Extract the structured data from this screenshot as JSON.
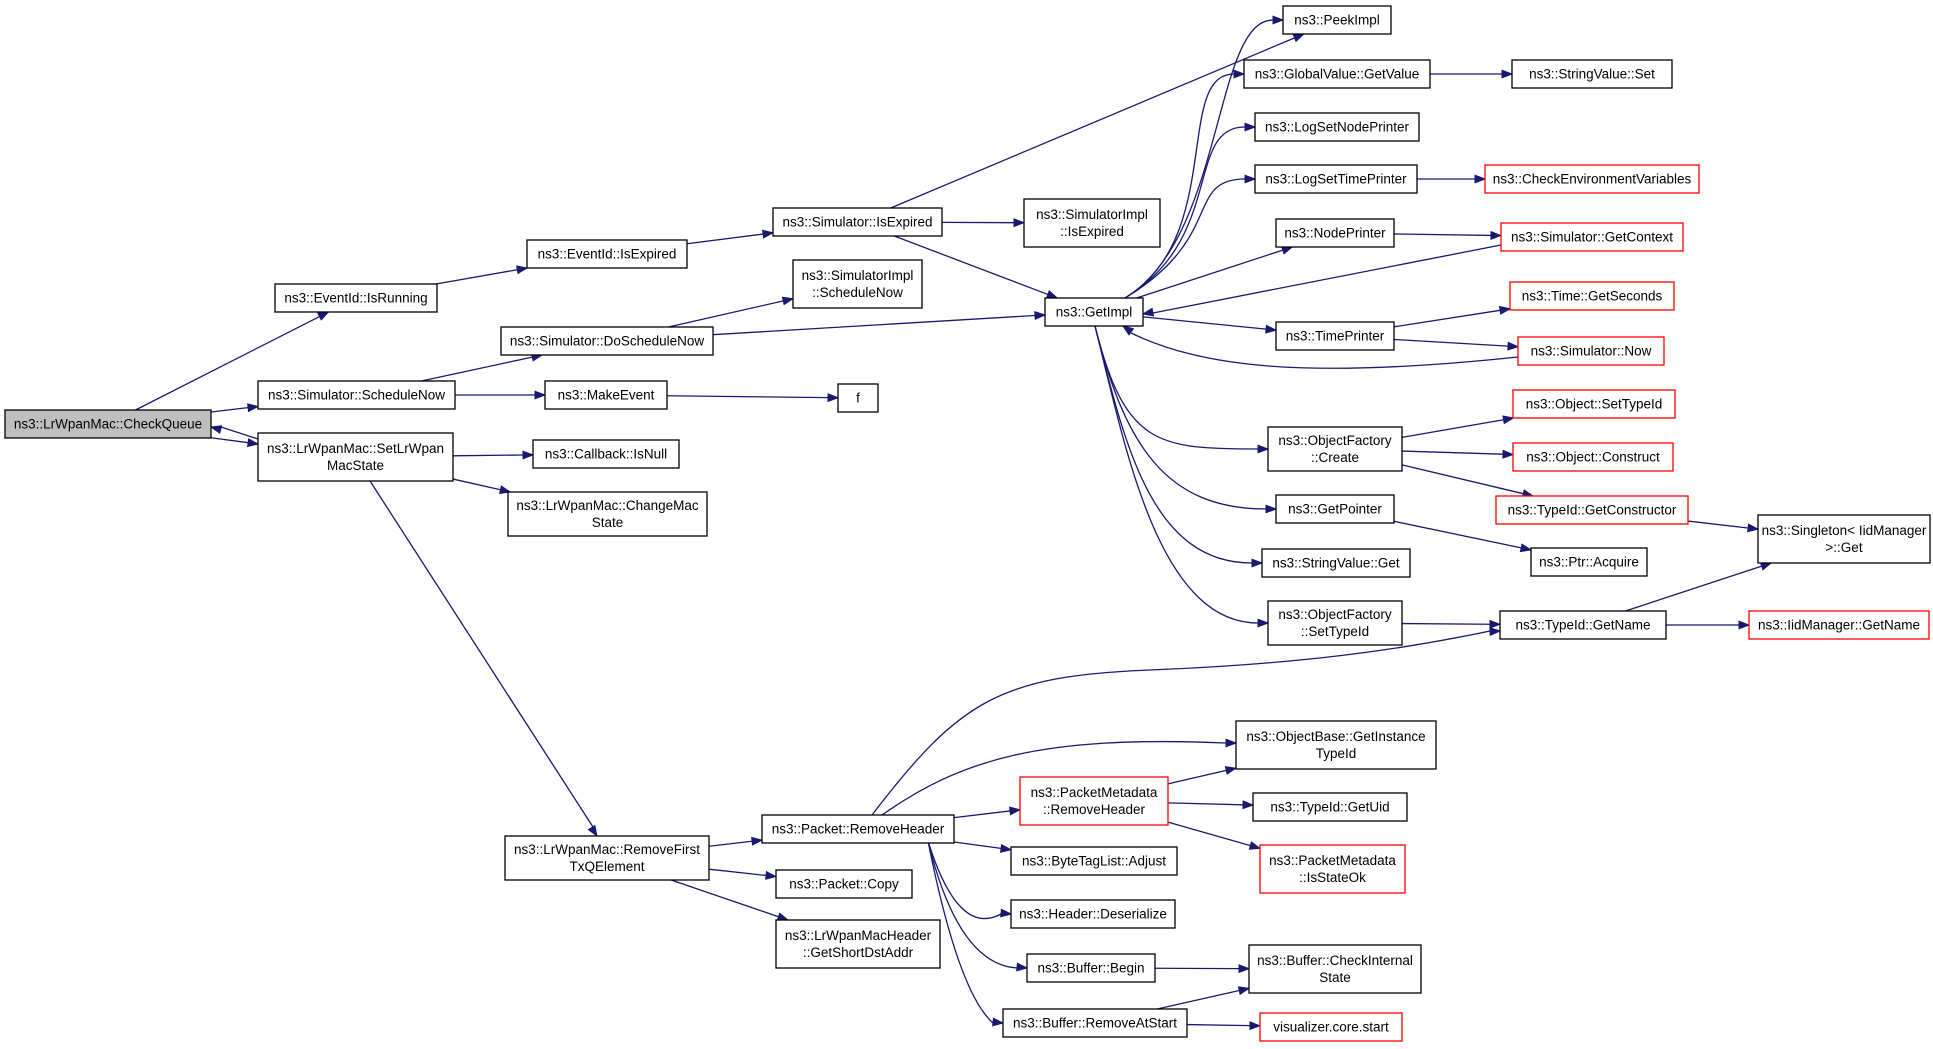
{
  "diagram": {
    "colors": {
      "edge": "#191970",
      "box_border": "#000000",
      "external_border": "#ff0000",
      "root_fill": "#bfbfbf",
      "box_fill": "#ffffff"
    },
    "nodes": [
      {
        "id": "CheckQueue",
        "lines": [
          "ns3::LrWpanMac::CheckQueue"
        ],
        "kind": "root"
      },
      {
        "id": "EventIdIsRunning",
        "lines": [
          "ns3::EventId::IsRunning"
        ],
        "kind": "normal"
      },
      {
        "id": "ScheduleNow",
        "lines": [
          "ns3::Simulator::ScheduleNow"
        ],
        "kind": "normal"
      },
      {
        "id": "SetLrWpanMacState",
        "lines": [
          "ns3::LrWpanMac::SetLrWpan",
          "MacState"
        ],
        "kind": "normal"
      },
      {
        "id": "EventIdIsExpired",
        "lines": [
          "ns3::EventId::IsExpired"
        ],
        "kind": "normal"
      },
      {
        "id": "DoScheduleNow",
        "lines": [
          "ns3::Simulator::DoScheduleNow"
        ],
        "kind": "normal"
      },
      {
        "id": "MakeEvent",
        "lines": [
          "ns3::MakeEvent"
        ],
        "kind": "normal"
      },
      {
        "id": "CallbackIsNull",
        "lines": [
          "ns3::Callback::IsNull"
        ],
        "kind": "normal"
      },
      {
        "id": "ChangeMacState",
        "lines": [
          "ns3::LrWpanMac::ChangeMac",
          "State"
        ],
        "kind": "normal"
      },
      {
        "id": "RemoveFirstTxQElement",
        "lines": [
          "ns3::LrWpanMac::RemoveFirst",
          "TxQElement"
        ],
        "kind": "normal"
      },
      {
        "id": "SimIsExpired",
        "lines": [
          "ns3::Simulator::IsExpired"
        ],
        "kind": "normal"
      },
      {
        "id": "SimImplScheduleNow",
        "lines": [
          "ns3::SimulatorImpl",
          "::ScheduleNow"
        ],
        "kind": "normal"
      },
      {
        "id": "f",
        "lines": [
          "f"
        ],
        "kind": "normal"
      },
      {
        "id": "SimImplIsExpired",
        "lines": [
          "ns3::SimulatorImpl",
          "::IsExpired"
        ],
        "kind": "normal"
      },
      {
        "id": "GetImpl",
        "lines": [
          "ns3::GetImpl"
        ],
        "kind": "normal"
      },
      {
        "id": "PeekImpl",
        "lines": [
          "ns3::PeekImpl"
        ],
        "kind": "normal"
      },
      {
        "id": "GlobalValueGetValue",
        "lines": [
          "ns3::GlobalValue::GetValue"
        ],
        "kind": "normal"
      },
      {
        "id": "StringValueSet",
        "lines": [
          "ns3::StringValue::Set"
        ],
        "kind": "normal"
      },
      {
        "id": "LogSetNodePrinter",
        "lines": [
          "ns3::LogSetNodePrinter"
        ],
        "kind": "normal"
      },
      {
        "id": "LogSetTimePrinter",
        "lines": [
          "ns3::LogSetTimePrinter"
        ],
        "kind": "normal"
      },
      {
        "id": "CheckEnvVars",
        "lines": [
          "ns3::CheckEnvironmentVariables"
        ],
        "kind": "external"
      },
      {
        "id": "NodePrinter",
        "lines": [
          "ns3::NodePrinter"
        ],
        "kind": "normal"
      },
      {
        "id": "SimGetContext",
        "lines": [
          "ns3::Simulator::GetContext"
        ],
        "kind": "external"
      },
      {
        "id": "TimeGetSeconds",
        "lines": [
          "ns3::Time::GetSeconds"
        ],
        "kind": "external"
      },
      {
        "id": "TimePrinter",
        "lines": [
          "ns3::TimePrinter"
        ],
        "kind": "normal"
      },
      {
        "id": "SimNow",
        "lines": [
          "ns3::Simulator::Now"
        ],
        "kind": "external"
      },
      {
        "id": "ObjectFactoryCreate",
        "lines": [
          "ns3::ObjectFactory",
          "::Create"
        ],
        "kind": "normal"
      },
      {
        "id": "ObjectSetTypeId",
        "lines": [
          "ns3::Object::SetTypeId"
        ],
        "kind": "external"
      },
      {
        "id": "ObjectConstruct",
        "lines": [
          "ns3::Object::Construct"
        ],
        "kind": "external"
      },
      {
        "id": "TypeIdGetConstructor",
        "lines": [
          "ns3::TypeId::GetConstructor"
        ],
        "kind": "external"
      },
      {
        "id": "GetPointer",
        "lines": [
          "ns3::GetPointer"
        ],
        "kind": "normal"
      },
      {
        "id": "SingletonGet",
        "lines": [
          "ns3::Singleton< IidManager",
          ">::Get"
        ],
        "kind": "normal"
      },
      {
        "id": "StringValueGet",
        "lines": [
          "ns3::StringValue::Get"
        ],
        "kind": "normal"
      },
      {
        "id": "PtrAcquire",
        "lines": [
          "ns3::Ptr::Acquire"
        ],
        "kind": "normal"
      },
      {
        "id": "ObjectFactorySetTypeId",
        "lines": [
          "ns3::ObjectFactory",
          "::SetTypeId"
        ],
        "kind": "normal"
      },
      {
        "id": "TypeIdGetName",
        "lines": [
          "ns3::TypeId::GetName"
        ],
        "kind": "normal"
      },
      {
        "id": "IidManagerGetName",
        "lines": [
          "ns3::IidManager::GetName"
        ],
        "kind": "external"
      },
      {
        "id": "ObjectBaseGetInstanceTypeId",
        "lines": [
          "ns3::ObjectBase::GetInstance",
          "TypeId"
        ],
        "kind": "normal"
      },
      {
        "id": "PacketMetadataRemoveHeader",
        "lines": [
          "ns3::PacketMetadata",
          "::RemoveHeader"
        ],
        "kind": "external"
      },
      {
        "id": "TypeIdGetUid",
        "lines": [
          "ns3::TypeId::GetUid"
        ],
        "kind": "normal"
      },
      {
        "id": "PacketRemoveHeader",
        "lines": [
          "ns3::Packet::RemoveHeader"
        ],
        "kind": "normal"
      },
      {
        "id": "PacketMetadataIsStateOk",
        "lines": [
          "ns3::PacketMetadata",
          "::IsStateOk"
        ],
        "kind": "external"
      },
      {
        "id": "ByteTagListAdjust",
        "lines": [
          "ns3::ByteTagList::Adjust"
        ],
        "kind": "normal"
      },
      {
        "id": "PacketCopy",
        "lines": [
          "ns3::Packet::Copy"
        ],
        "kind": "normal"
      },
      {
        "id": "HeaderDeserialize",
        "lines": [
          "ns3::Header::Deserialize"
        ],
        "kind": "normal"
      },
      {
        "id": "GetShortDstAddr",
        "lines": [
          "ns3::LrWpanMacHeader",
          "::GetShortDstAddr"
        ],
        "kind": "normal"
      },
      {
        "id": "BufferBegin",
        "lines": [
          "ns3::Buffer::Begin"
        ],
        "kind": "normal"
      },
      {
        "id": "BufferCheckInternalState",
        "lines": [
          "ns3::Buffer::CheckInternal",
          "State"
        ],
        "kind": "normal"
      },
      {
        "id": "BufferRemoveAtStart",
        "lines": [
          "ns3::Buffer::RemoveAtStart"
        ],
        "kind": "normal"
      },
      {
        "id": "VisualizerCoreStart",
        "lines": [
          "visualizer.core.start"
        ],
        "kind": "external"
      }
    ]
  }
}
